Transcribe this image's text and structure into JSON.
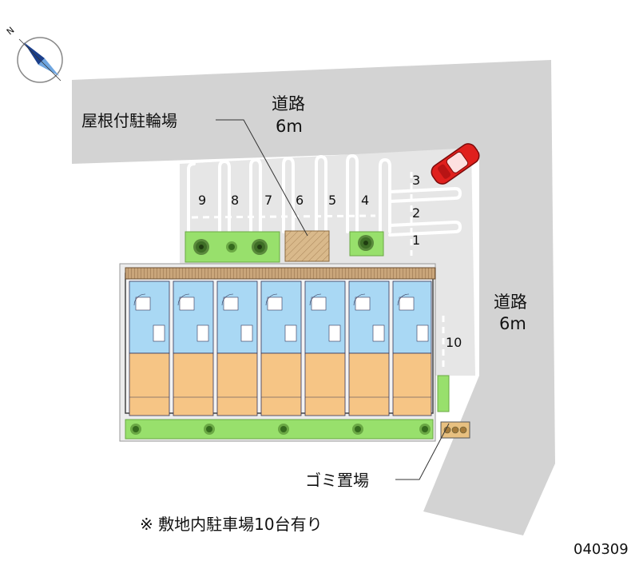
{
  "compass": {
    "north_label": "N",
    "icon": "compass-rose-icon"
  },
  "roads": {
    "top": {
      "name": "道路",
      "width": "6m"
    },
    "right": {
      "name": "道路",
      "width": "6m"
    }
  },
  "callouts": {
    "bicycle_parking": "屋根付駐輪場",
    "garbage_area": "ゴミ置場"
  },
  "parking_spaces": [
    "1",
    "2",
    "3",
    "4",
    "5",
    "6",
    "7",
    "8",
    "9",
    "10"
  ],
  "note": "※ 敷地内駐車場10台有り",
  "catalog_code": "040309",
  "colors": {
    "road": "#d3d3d3",
    "lot": "#e5e5e5",
    "greenery": "#98e06c",
    "bicycle_roof": "#d9b98b",
    "unit_floor": "#f6c585",
    "wet_room": "#a9d8f4",
    "car": "#e0201d"
  }
}
